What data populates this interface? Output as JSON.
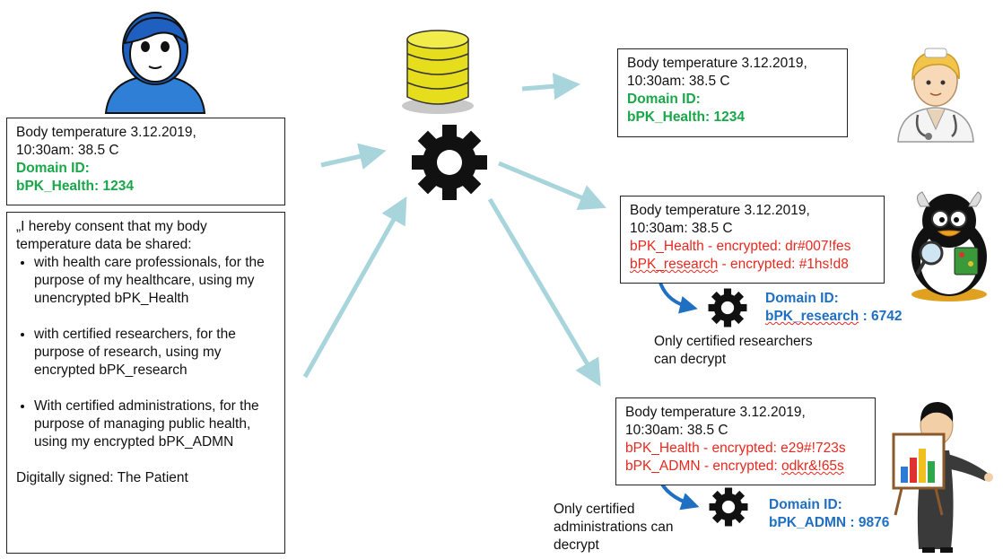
{
  "patient_card": {
    "line1": "Body temperature 3.12.2019,",
    "line2": "10:30am: 38.5 C",
    "domain_label": "Domain ID:",
    "domain_value": "bPK_Health: 1234"
  },
  "consent": {
    "intro": "„I hereby consent that my body temperature data be shared:",
    "items": [
      "with health care professionals, for the purpose of my healthcare, using my unencrypted bPK_Health",
      "with certified researchers, for the purpose of research, using my encrypted bPK_research",
      "With certified administrations, for the purpose of managing public health, using my encrypted bPK_ADMN"
    ],
    "signature": "Digitally signed: The Patient"
  },
  "doctor_card": {
    "line1": "Body temperature 3.12.2019,",
    "line2": "10:30am: 38.5 C",
    "domain_label": "Domain ID:",
    "domain_value": "bPK_Health: 1234"
  },
  "research_card": {
    "line1": "Body temperature 3.12.2019,",
    "line2": "10:30am: 38.5 C",
    "enc1": "bPK_Health - encrypted: dr#007!fes",
    "enc2_prefix": "bPK_research",
    "enc2_suffix": " - encrypted: #1hs!d8",
    "domain_label": "Domain ID:",
    "domain_value_prefix": "bPK_research",
    "domain_value_suffix": " : 6742",
    "caption_line1": "Only certified researchers",
    "caption_line2": "can decrypt"
  },
  "admin_card": {
    "line1": "Body temperature 3.12.2019,",
    "line2": "10:30am: 38.5 C",
    "enc1": "bPK_Health - encrypted: e29#!723s",
    "enc2_prefix": "bPK_ADMN - encrypted: ",
    "enc2_suffix": "odkr&!65s",
    "domain_label": "Domain ID:",
    "domain_value": "bPK_ADMN : 9876",
    "caption_line1": "Only certified",
    "caption_line2": "administrations can",
    "caption_line3": "decrypt"
  },
  "colors": {
    "green": "#1aa74a",
    "red": "#e8281f",
    "blue": "#1f6fc2",
    "arrow": "#a8d4dc",
    "db_yellow": "#e6de1c"
  },
  "icons": [
    "patient-avatar-icon",
    "database-icon",
    "gear-icon",
    "doctor-icon",
    "researcher-penguin-icon",
    "administrator-icon",
    "bar-chart-icon"
  ]
}
